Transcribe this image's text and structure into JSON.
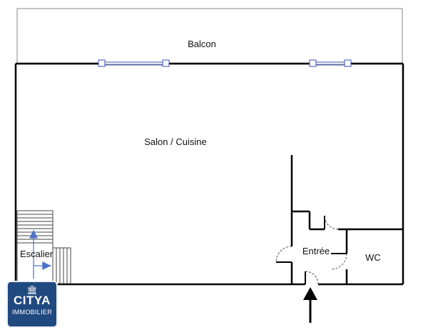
{
  "rooms": {
    "balcon": "Balcon",
    "salon": "Salon / Cuisine",
    "escalier": "Escalier",
    "entree": "Entrée",
    "wc": "WC"
  },
  "logo": {
    "brand": "CITYA",
    "subtitle": "IMMOBILIER"
  },
  "colors": {
    "wall": "#000000",
    "window": "#3b4fb8",
    "stair_arrow": "#4a73c8",
    "logo_bg": "#20497f"
  }
}
